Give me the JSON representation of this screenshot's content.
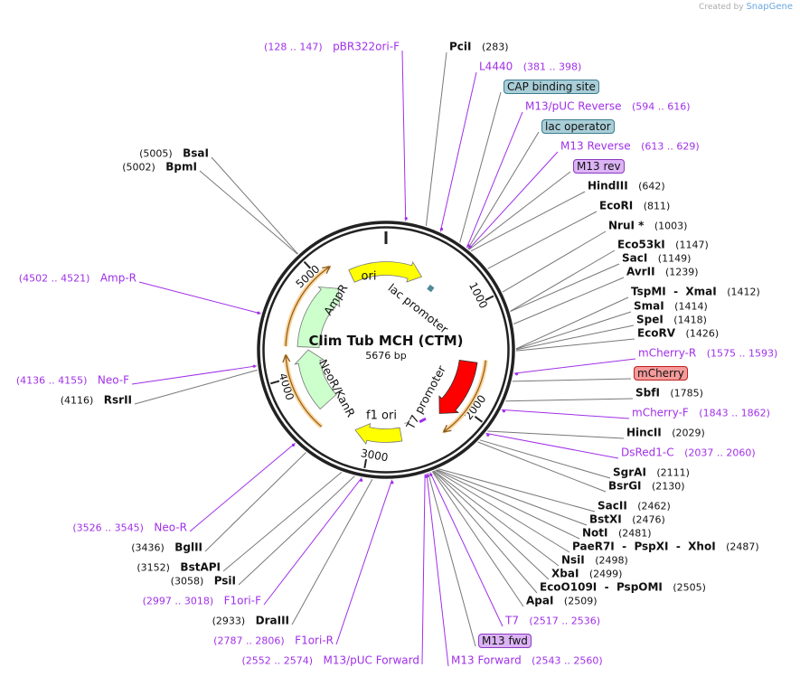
{
  "credit": {
    "prefix": "Created by",
    "brand": "SnapGene"
  },
  "plasmid": {
    "name": "Clim Tub MCH (CTM)",
    "length_label": "5676 bp",
    "length_bp": 5676
  },
  "ticks": [
    "1000",
    "2000",
    "3000",
    "4000",
    "5000"
  ],
  "features": [
    {
      "name": "ori",
      "color": "#ffff00"
    },
    {
      "name": "lac promoter",
      "color": "#4f8a98"
    },
    {
      "name": "mCherry",
      "color": "#ff0000"
    },
    {
      "name": "T7 promoter",
      "color": "#ffffff"
    },
    {
      "name": "f1 ori",
      "color": "#ffff00"
    },
    {
      "name": "NeoR/KanR",
      "color": "#ccffcc"
    },
    {
      "name": "AmpR",
      "color": "#ccffcc"
    }
  ],
  "labels": [
    {
      "name": "PciI",
      "pos": "(283)",
      "type": "enz",
      "side": "right",
      "bp": 283
    },
    {
      "name": "L4440",
      "pos": "(381 .. 398)",
      "type": "pri",
      "side": "right",
      "bp": 390
    },
    {
      "name": "CAP binding site",
      "pos": "",
      "type": "teal",
      "side": "right",
      "bp": 545
    },
    {
      "name": "M13/pUC Reverse",
      "pos": "(594 .. 616)",
      "type": "pri",
      "side": "right",
      "bp": 605
    },
    {
      "name": "lac operator",
      "pos": "",
      "type": "teal",
      "side": "right",
      "bp": 615
    },
    {
      "name": "M13 Reverse",
      "pos": "(613 .. 629)",
      "type": "pri",
      "side": "right",
      "bp": 621
    },
    {
      "name": "M13 rev",
      "pos": "",
      "type": "purp",
      "side": "right",
      "bp": 625
    },
    {
      "name": "HindIII",
      "pos": "(642)",
      "type": "enz",
      "side": "right",
      "bp": 642
    },
    {
      "name": "EcoRI",
      "pos": "(811)",
      "type": "enz",
      "side": "right",
      "bp": 811
    },
    {
      "name": "NruI *",
      "pos": "(1003)",
      "type": "enz",
      "side": "right",
      "bp": 1003
    },
    {
      "name": "Eco53kI",
      "pos": "(1147)",
      "type": "enz",
      "side": "right",
      "bp": 1147
    },
    {
      "name": "SacI",
      "pos": "(1149)",
      "type": "enz",
      "side": "right",
      "bp": 1149
    },
    {
      "name": "AvrII",
      "pos": "(1239)",
      "type": "enz",
      "side": "right",
      "bp": 1239
    },
    {
      "name": "TspMI  -  XmaI",
      "pos": "(1412)",
      "type": "enz",
      "side": "right",
      "bp": 1412
    },
    {
      "name": "SmaI",
      "pos": "(1414)",
      "type": "enz",
      "side": "right",
      "bp": 1414
    },
    {
      "name": "SpeI",
      "pos": "(1418)",
      "type": "enz",
      "side": "right",
      "bp": 1418
    },
    {
      "name": "EcoRV",
      "pos": "(1426)",
      "type": "enz",
      "side": "right",
      "bp": 1426
    },
    {
      "name": "mCherry-R",
      "pos": "(1575 .. 1593)",
      "type": "pri",
      "side": "right",
      "bp": 1584
    },
    {
      "name": "mCherry",
      "pos": "",
      "type": "red",
      "side": "right",
      "bp": 1640
    },
    {
      "name": "SbfI",
      "pos": "(1785)",
      "type": "enz",
      "side": "right",
      "bp": 1785
    },
    {
      "name": "mCherry-F",
      "pos": "(1843 .. 1862)",
      "type": "pri",
      "side": "right",
      "bp": 1852
    },
    {
      "name": "HincII",
      "pos": "(2029)",
      "type": "enz",
      "side": "right",
      "bp": 2029
    },
    {
      "name": "DsRed1-C",
      "pos": "(2037 .. 2060)",
      "type": "pri",
      "side": "right",
      "bp": 2048
    },
    {
      "name": "SgrAI",
      "pos": "(2111)",
      "type": "enz",
      "side": "right",
      "bp": 2111
    },
    {
      "name": "BsrGI",
      "pos": "(2130)",
      "type": "enz",
      "side": "right",
      "bp": 2130
    },
    {
      "name": "SacII",
      "pos": "(2462)",
      "type": "enz",
      "side": "right",
      "bp": 2462
    },
    {
      "name": "BstXI",
      "pos": "(2476)",
      "type": "enz",
      "side": "right",
      "bp": 2476
    },
    {
      "name": "NotI",
      "pos": "(2481)",
      "type": "enz",
      "side": "right",
      "bp": 2481
    },
    {
      "name": "PaeR7I  -  PspXI  -  XhoI",
      "pos": "(2487)",
      "type": "enz",
      "side": "right",
      "bp": 2487
    },
    {
      "name": "NsiI",
      "pos": "(2498)",
      "type": "enz",
      "side": "right",
      "bp": 2498
    },
    {
      "name": "XbaI",
      "pos": "(2499)",
      "type": "enz",
      "side": "right",
      "bp": 2499
    },
    {
      "name": "EcoO109I  -  PspOMI",
      "pos": "(2505)",
      "type": "enz",
      "side": "right",
      "bp": 2505
    },
    {
      "name": "ApaI",
      "pos": "(2509)",
      "type": "enz",
      "side": "right",
      "bp": 2509
    },
    {
      "name": "T7",
      "pos": "(2517 .. 2536)",
      "type": "pri",
      "side": "right",
      "bp": 2526
    },
    {
      "name": "M13 fwd",
      "pos": "",
      "type": "purp",
      "side": "right",
      "bp": 2540
    },
    {
      "name": "M13 Forward",
      "pos": "(2543 .. 2560)",
      "type": "pri",
      "side": "right",
      "bp": 2551
    },
    {
      "name": "pBR322ori-F",
      "pos": "(128 .. 147)",
      "type": "pri",
      "side": "left",
      "bp": 137
    },
    {
      "name": "BsaI",
      "pos": "(5005)",
      "type": "enz",
      "side": "left",
      "bp": 5005
    },
    {
      "name": "BpmI",
      "pos": "(5002)",
      "type": "enz",
      "side": "left",
      "bp": 5002
    },
    {
      "name": "Amp-R",
      "pos": "(4502 .. 4521)",
      "type": "pri",
      "side": "left",
      "bp": 4511
    },
    {
      "name": "Neo-F",
      "pos": "(4136 .. 4155)",
      "type": "pri",
      "side": "left",
      "bp": 4145
    },
    {
      "name": "RsrII",
      "pos": "(4116)",
      "type": "enz",
      "side": "left",
      "bp": 4116
    },
    {
      "name": "Neo-R",
      "pos": "(3526 .. 3545)",
      "type": "pri",
      "side": "left",
      "bp": 3535
    },
    {
      "name": "BglII",
      "pos": "(3436)",
      "type": "enz",
      "side": "left",
      "bp": 3436
    },
    {
      "name": "BstAPI",
      "pos": "(3152)",
      "type": "enz",
      "side": "left",
      "bp": 3152
    },
    {
      "name": "PsiI",
      "pos": "(3058)",
      "type": "enz",
      "side": "left",
      "bp": 3058
    },
    {
      "name": "F1ori-F",
      "pos": "(2997 .. 3018)",
      "type": "pri",
      "side": "left",
      "bp": 3007
    },
    {
      "name": "DraIII",
      "pos": "(2933)",
      "type": "enz",
      "side": "left",
      "bp": 2933
    },
    {
      "name": "F1ori-R",
      "pos": "(2787 .. 2806)",
      "type": "pri",
      "side": "left",
      "bp": 2796
    },
    {
      "name": "M13/pUC Forward",
      "pos": "(2552 .. 2574)",
      "type": "pri",
      "side": "left",
      "bp": 2563
    }
  ]
}
